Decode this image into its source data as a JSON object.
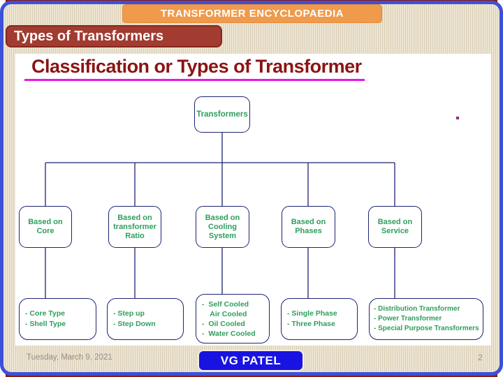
{
  "colors": {
    "frame_blue": "#3B51D9",
    "strip_maroon": "#8B1B12",
    "banner_orange": "#F09A4B",
    "subtitle_maroon": "#A23B30",
    "title_dark_red": "#8B1414",
    "underline_magenta": "#E816E8",
    "node_border_navy": "#1C2473",
    "node_text_green": "#2E9E5C",
    "badge_blue": "#1813E0"
  },
  "header": {
    "banner": "TRANSFORMER ENCYCLOPAEDIA",
    "subtitle": "Types of Transformers"
  },
  "slide": {
    "title": "Classification or Types of Transformer",
    "tree": {
      "root": "Transformers",
      "branches": [
        {
          "label": "Based on\nCore",
          "leaves": [
            "- Core Type",
            "- Shell Type"
          ]
        },
        {
          "label": "Based on\ntransformer\nRatio",
          "leaves": [
            "- Step up",
            "- Step Down"
          ]
        },
        {
          "label": "Based on\nCooling\nSystem",
          "leaves": [
            "-  Self Cooled",
            "    Air Cooled",
            "-  Oil Cooled",
            "-  Water Cooled"
          ]
        },
        {
          "label": "Based on\nPhases",
          "leaves": [
            "- Single Phase",
            "- Three Phase"
          ]
        },
        {
          "label": "Based on\nService",
          "leaves": [
            "- Distribution Transformer",
            "- Power Transformer",
            "- Special Purpose Transformers"
          ]
        }
      ]
    }
  },
  "footer": {
    "date": "Tuesday, March 9, 2021",
    "author": "VG PATEL",
    "page": "2"
  }
}
